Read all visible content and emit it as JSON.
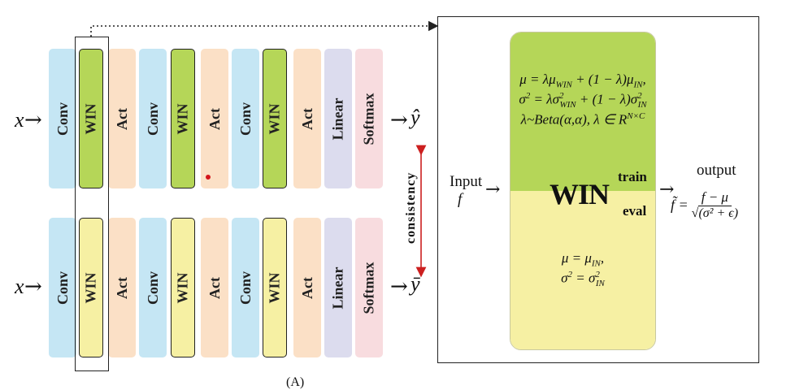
{
  "rows": [
    {
      "input": "x",
      "output": "ŷ",
      "blocks": [
        "Conv",
        "WIN",
        "Act",
        "Conv",
        "WIN",
        "Act",
        "Conv",
        "WIN",
        "Act",
        "Linear",
        "Softmax"
      ]
    },
    {
      "input": "x",
      "output": "ȳ",
      "blocks": [
        "Conv",
        "WIN",
        "Act",
        "Conv",
        "WIN",
        "Act",
        "Conv",
        "WIN",
        "Act",
        "Linear",
        "Softmax"
      ]
    }
  ],
  "consistency_label": "consistency",
  "panel": {
    "win_label": "WIN",
    "train_label": "train",
    "eval_label": "eval",
    "input_label": "Input",
    "input_var": "f",
    "output_label": "output",
    "train_formulas": [
      "μ = λμ_WIN + (1 − λ)μ_IN,",
      "σ² = λσ²_WIN + (1 − λ)σ²_IN",
      "λ~Beta(α,α), λ ∈ R^(N×C)"
    ],
    "eval_formulas": [
      "μ = μ_IN,",
      "σ² = σ²_IN"
    ],
    "output_formula": {
      "lhs": "f̃ =",
      "numerator": "f − μ",
      "denominator": "√(σ² + ϵ)"
    }
  },
  "caption": "(A)",
  "colors": {
    "conv": "#c5e6f4",
    "act": "#fbe0c6",
    "linear": "#dcdcee",
    "softmax": "#f8dcdf",
    "win_train": "#b5d658",
    "win_eval": "#f6f0a3",
    "consistency_arrow": "#cc1f1f"
  }
}
